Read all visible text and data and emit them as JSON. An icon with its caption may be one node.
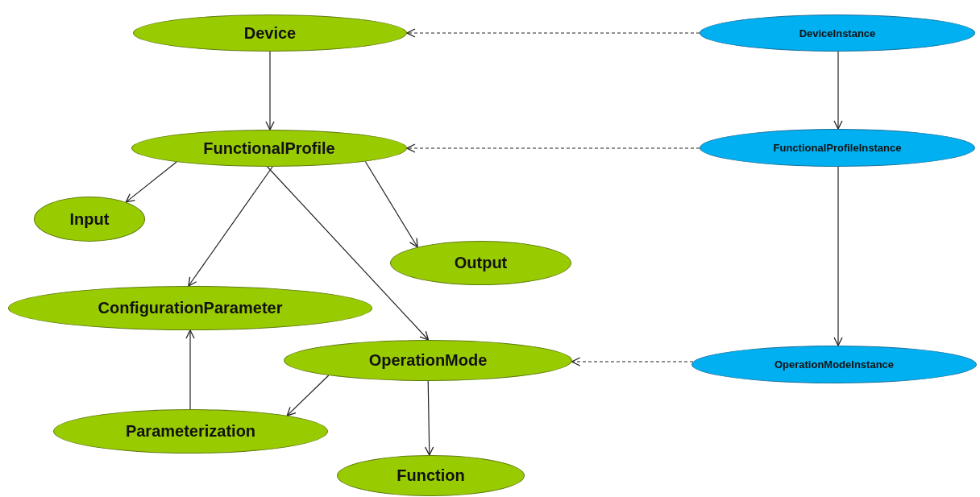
{
  "diagram": {
    "nodes": [
      {
        "text": [
          "Device"
        ]
      },
      {
        "text": [
          "FunctionalProfile"
        ]
      },
      {
        "text": [
          "Input"
        ]
      },
      {
        "text": [
          "Output"
        ]
      },
      {
        "text": [
          "ConfigurationParameter"
        ]
      },
      {
        "text": [
          "OperationMode"
        ]
      },
      {
        "text": [
          "Parameterization"
        ]
      },
      {
        "text": [
          "Function"
        ]
      },
      {
        "text": [
          "DeviceInstance"
        ]
      },
      {
        "text": [
          "FunctionalProfileInstance"
        ]
      },
      {
        "text": [
          "OperationModeInstance"
        ]
      }
    ],
    "edges": [
      {
        "from": 8,
        "to": 0,
        "arrow": "to",
        "style": "dashed"
      },
      {
        "from": 0,
        "to": 1,
        "arrow": "to"
      },
      {
        "from": 9,
        "to": 1,
        "arrow": "to",
        "style": "dashed"
      },
      {
        "from": 8,
        "to": 9,
        "arrow": "to"
      },
      {
        "from": 1,
        "to": 2,
        "arrow": "to"
      },
      {
        "from": 1,
        "to": 4,
        "arrow": "to"
      },
      {
        "from": 1,
        "to": 5,
        "arrow": "to"
      },
      {
        "from": 1,
        "to": 3,
        "arrow": "to"
      },
      {
        "from": 9,
        "to": 10,
        "arrow": "to"
      },
      {
        "from": 10,
        "to": 5,
        "arrow": "to",
        "style": "dashed"
      },
      {
        "from": 5,
        "to": 6,
        "arrow": "to"
      },
      {
        "from": 6,
        "to": 4,
        "arrow": "to"
      },
      {
        "from": 5,
        "to": 7,
        "arrow": "to"
      }
    ]
  }
}
